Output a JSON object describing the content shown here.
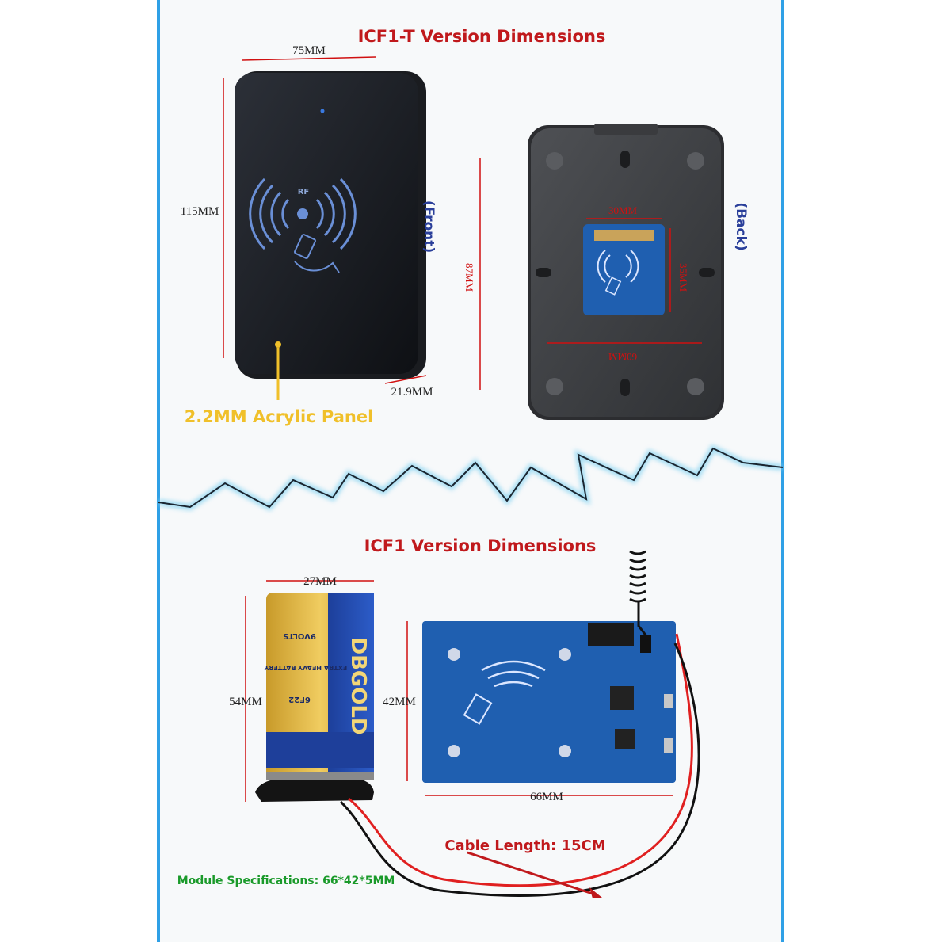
{
  "top": {
    "title": "ICF1-T Version Dimensions",
    "front_width": "75MM",
    "front_height": "115MM",
    "front_depth": "21.9MM",
    "front_logo": "RF",
    "front_side_label": "(Front)",
    "panel_label": "2.2MM Acrylic Panel",
    "back_height": "87MM",
    "back_width": "60MM",
    "back_module_width": "30MM",
    "back_module_height": "35MM",
    "back_side_label": "(Back)"
  },
  "bottom": {
    "title": "ICF1 Version Dimensions",
    "battery_width": "27MM",
    "battery_height": "54MM",
    "battery_brand": "DBGOLD",
    "battery_volts": "9VOLTS",
    "battery_type": "EXTRA HEAVY BATTERY",
    "battery_model": "6F22",
    "module_height": "42MM",
    "module_width": "66MM",
    "cable_label": "Cable Length: 15CM",
    "spec_label": "Module Specifications: 66*42*5MM"
  },
  "colors": {
    "border": "#2fa0e6",
    "heading": "#c0191c",
    "panel_yellow": "#f0c02a",
    "side_blue": "#2a3f9a",
    "spec_green": "#1a9a2a",
    "pcb_blue": "#1f5fb0"
  }
}
